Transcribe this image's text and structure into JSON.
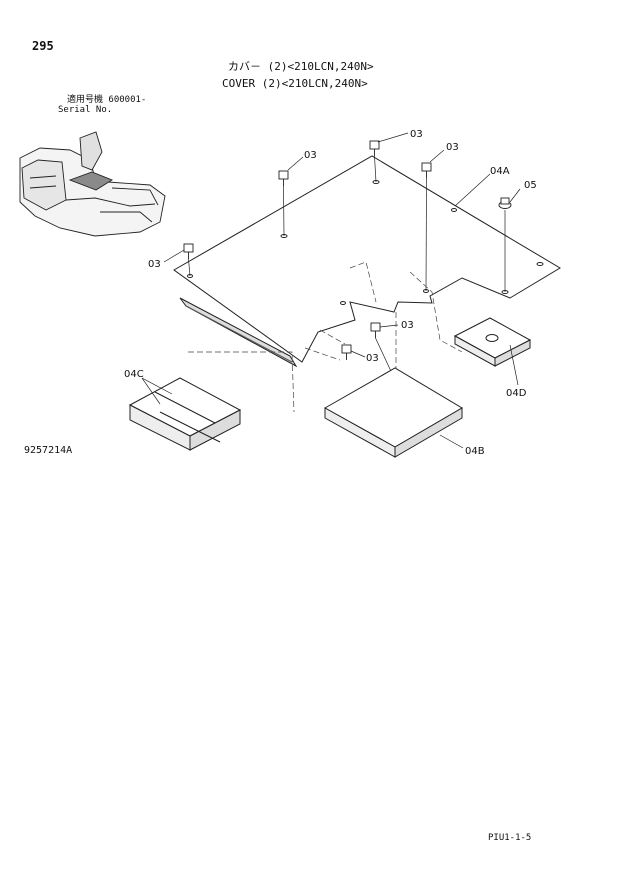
{
  "header": {
    "page_number": "295",
    "title_jp": "カバ－ (2)<210LCN,240N>",
    "title_en": "COVER (2)<210LCN,240N>",
    "serial_label_jp": "適用号機  600001-",
    "serial_label_en": "Serial No."
  },
  "drawing_number": "9257214A",
  "footer_code": "PIU1-1-5",
  "callouts": {
    "c03_top": "03",
    "c03_upper_right": "03",
    "c03_upper_left": "03",
    "c03_left": "03",
    "c03_mid": "03",
    "c03_low": "03",
    "c04A": "04A",
    "c05": "05",
    "c04B": "04B",
    "c04C": "04C",
    "c04D": "04D"
  }
}
